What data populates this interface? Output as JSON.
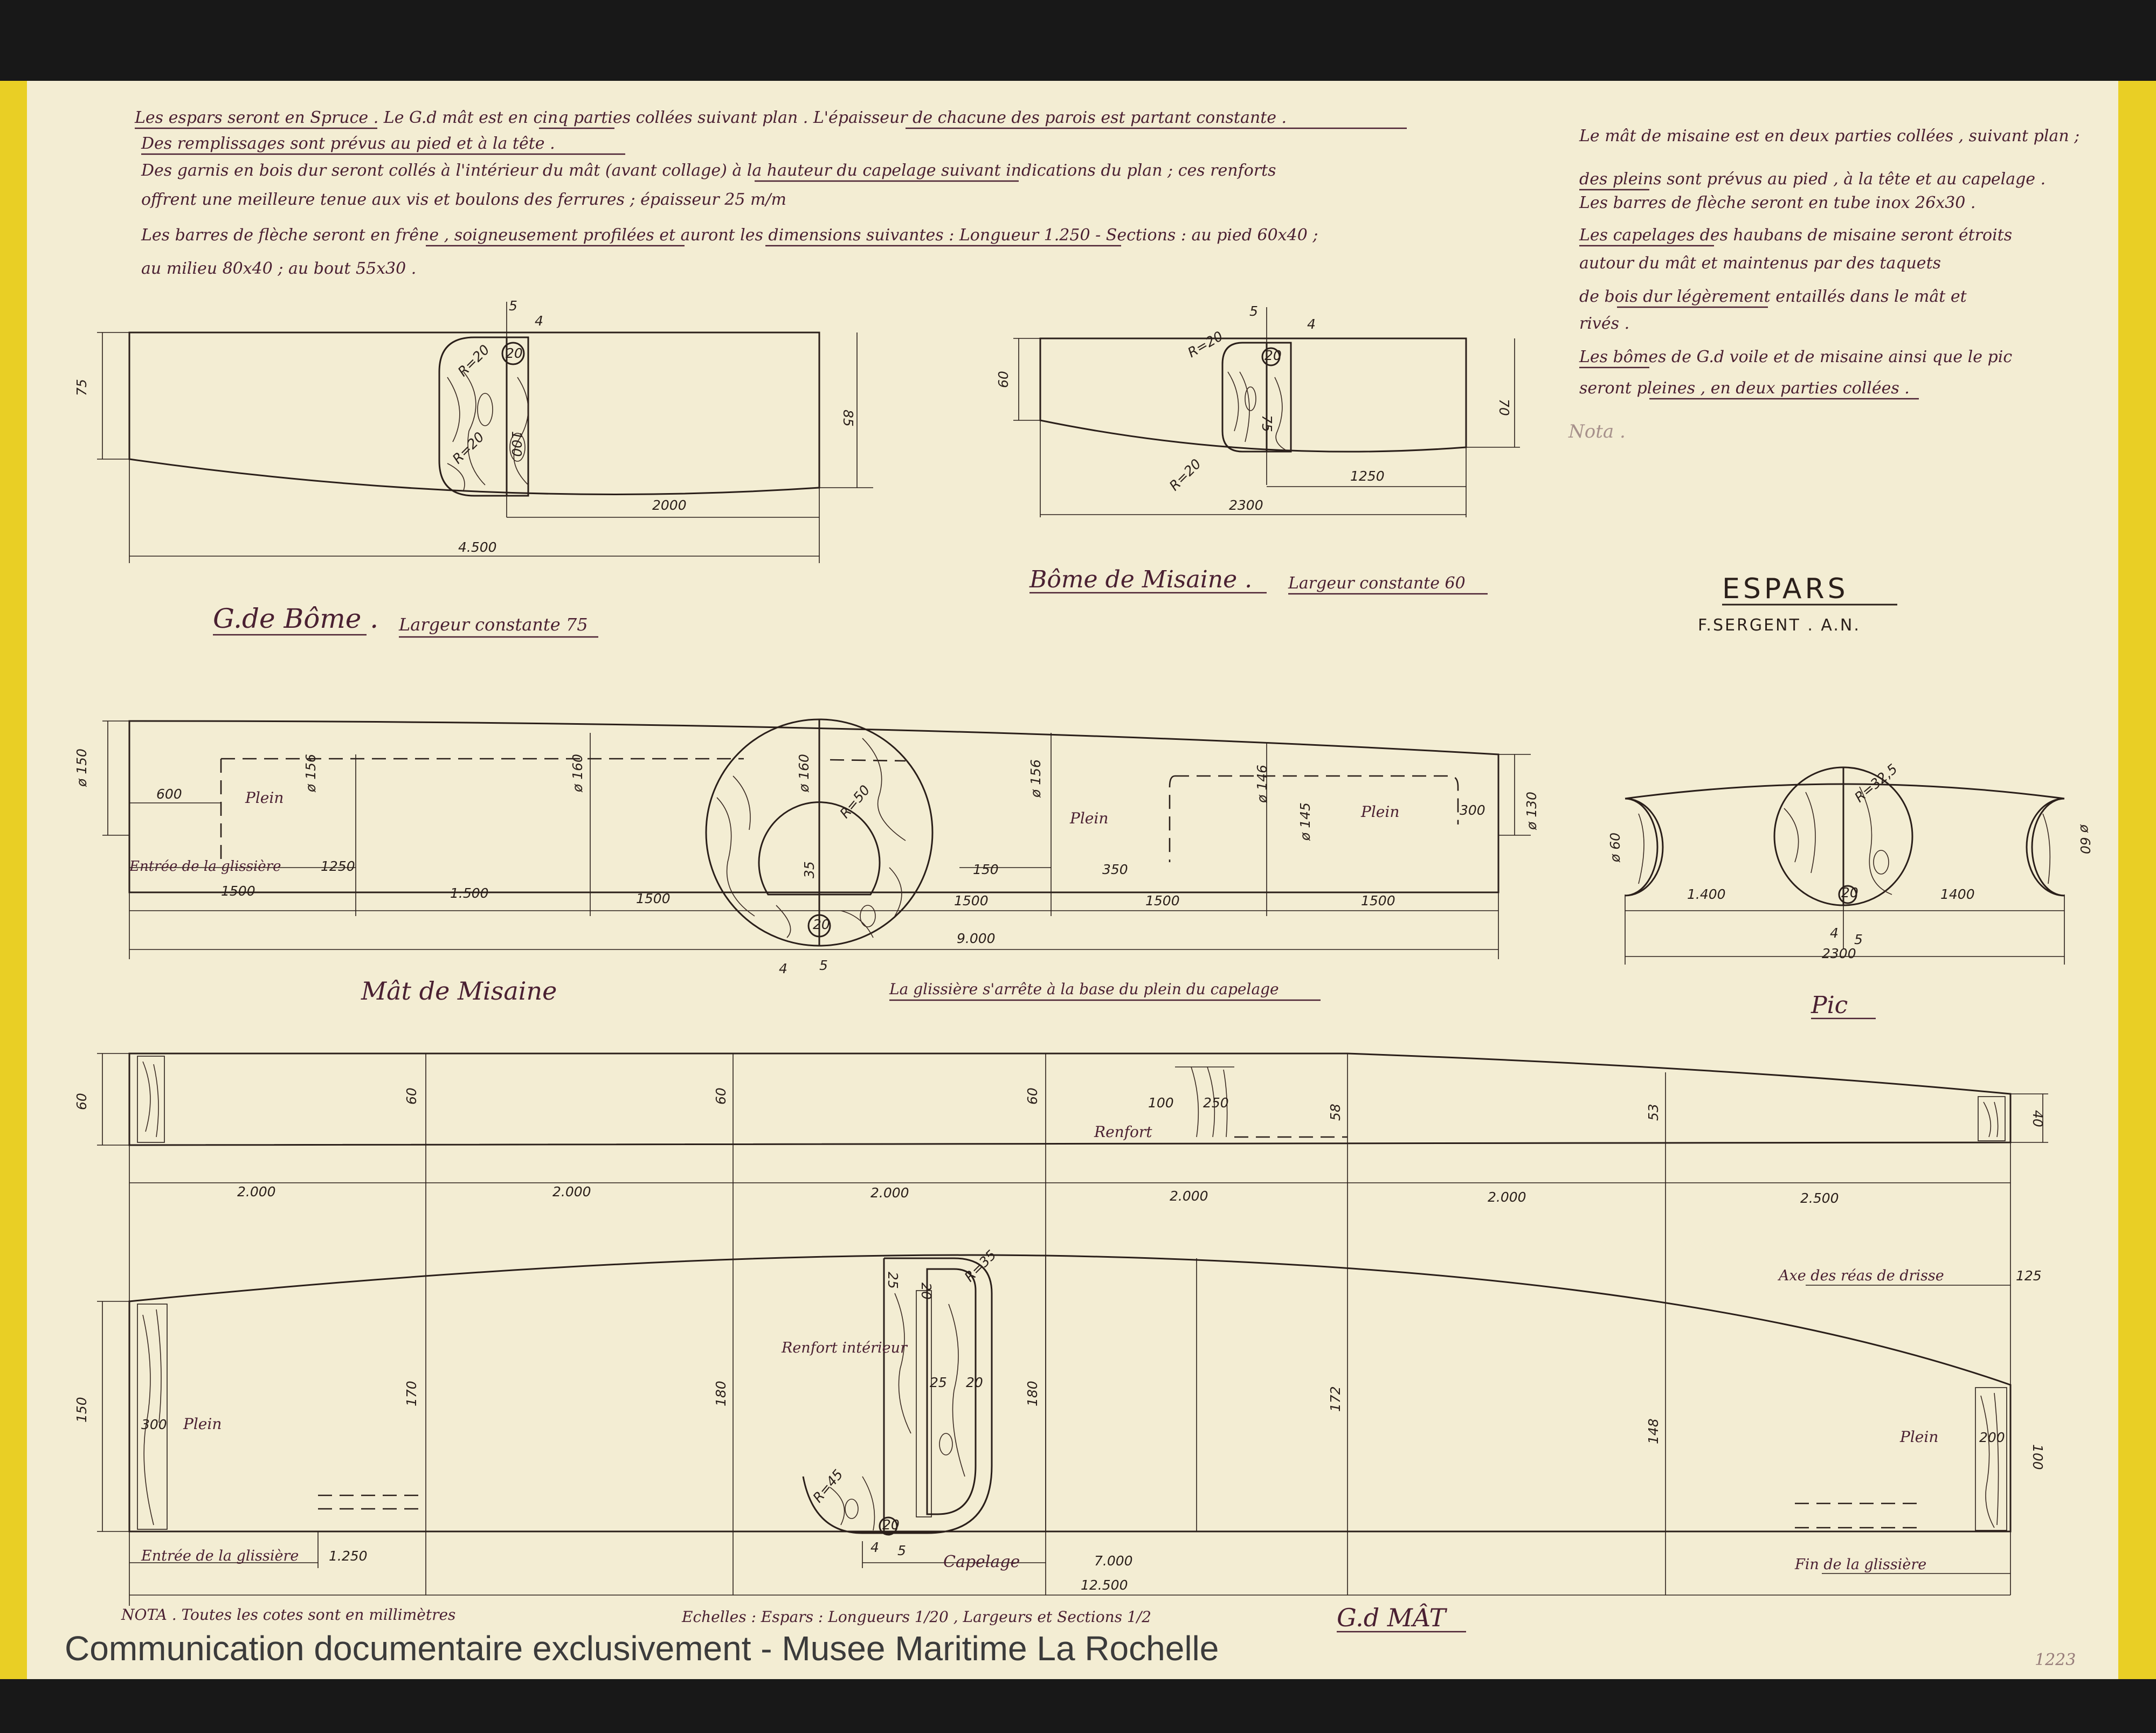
{
  "notes_left": [
    "Les espars seront en Spruce . Le G.d mât est en cinq parties collées suivant plan . L'épaisseur de chacune des parois est partant constante .",
    "Des remplissages sont prévus au pied et à la tête .",
    "Des garnis en bois dur seront collés à l'intérieur du mât (avant collage) à la hauteur du capelage suivant indications du plan ; ces renforts",
    "offrent une meilleure tenue aux vis et boulons des ferrures ; épaisseur 25 m/m",
    "Les barres de flèche seront en frêne , soigneusement profilées et auront les dimensions suivantes : Longueur 1.250 - Sections : au pied 60x40 ;",
    "au milieu 80x40 ; au bout 55x30 ."
  ],
  "notes_right": [
    "Le mât de misaine est en deux parties collées , suivant plan ;",
    "des pleins sont prévus au pied , à la tête et au capelage .",
    "Les barres de flèche seront en tube inox 26x30 .",
    "Les capelages des haubans de misaine seront étroits",
    "autour du mât et maintenus par des taquets",
    "de bois dur légèrement entaillés dans le mât et",
    "rivés .",
    "Les bômes de G.d voile et de misaine ainsi que le pic",
    "seront pleines , en deux parties collées ."
  ],
  "nota_small": "Nota .",
  "title_block": {
    "title": "ESPARS",
    "author": "F.SERGENT . A.N."
  },
  "gde_bome": {
    "label": "G.de Bôme .",
    "note": "Largeur constante 75",
    "dims": {
      "h_left": "75",
      "h_right": "85",
      "half": "2000",
      "total": "4.500",
      "r_top": "R=20",
      "r_bot": "R=20",
      "d_slot": "4",
      "d_pin": "5",
      "d_top": "20",
      "d_h": "100",
      "w_groove": "4"
    }
  },
  "bome_misaine": {
    "label": "Bôme de Misaine .",
    "note": "Largeur constante 60",
    "dims": {
      "h_left": "60",
      "h_right": "70",
      "half": "1250",
      "total": "2300",
      "r_top": "R=20",
      "r_bot": "R=20",
      "d_pin": "5",
      "d_slot": "4",
      "d_h": "75",
      "d_top": "20"
    }
  },
  "mat_misaine": {
    "label": "Mât de Misaine",
    "note": "La glissière s'arrête à la base du plein du capelage",
    "dims": {
      "d_foot": "ø 150",
      "plein_foot": "600",
      "plein_label": "Plein",
      "d_156": "ø 156",
      "d_160": "ø 160",
      "d_160_sec": "ø 160",
      "r_50": "R=50",
      "d_35": "35",
      "d_156b": "ø 156",
      "d_146": "ø 146",
      "d_145": "ø 145",
      "d_130": "ø 130",
      "plein_head": "300",
      "plein_cap": "Plein",
      "plein_cap2": "Plein",
      "glissiere": "Entrée de la glissière",
      "glissiere_len": "1250",
      "s1": "1500",
      "s2": "1.500",
      "s3": "1500",
      "s4": "1500",
      "s5": "1500",
      "s6": "1500",
      "w150": "150",
      "w350": "350",
      "total": "9.000",
      "slot5": "5",
      "slot4": "4",
      "pin": "20"
    }
  },
  "pic": {
    "label": "Pic",
    "dims": {
      "d_left": "ø 60",
      "d_right": "ø 60",
      "r": "R=32,5",
      "left": "1.400",
      "right": "1400",
      "total": "2300",
      "slot4": "4",
      "slot5": "5",
      "pin": "20"
    }
  },
  "gd_mat": {
    "label": "G.d MÂT",
    "dims": {
      "t60a": "60",
      "t60b": "60",
      "t60c": "60",
      "t60d": "60",
      "t58": "58",
      "t53": "53",
      "t40": "40",
      "renfort": "Renfort",
      "r100": "100",
      "r250": "250",
      "seg1": "2.000",
      "seg2": "2.000",
      "seg3": "2.000",
      "seg4": "2.000",
      "seg5": "2.000",
      "seg6": "2.500",
      "h150": "150",
      "h170": "170",
      "h180": "180",
      "h180b": "180",
      "h172": "172",
      "h148": "148",
      "h100": "100",
      "plein_foot": "300",
      "plein_label": "Plein",
      "plein_head": "200",
      "plein_head_label": "Plein",
      "axe": "Axe des réas de drisse",
      "axe_val": "125",
      "renfort_int": "Renfort intérieur",
      "r35": "R=35",
      "r45": "R=45",
      "w25": "25",
      "w20": "20",
      "w25b": "25",
      "w20b": "20",
      "pin": "20",
      "slot4": "4",
      "slot5": "5",
      "glissiere": "Entrée de la glissière",
      "glissiere_len": "1.250",
      "capelage": "Capelage",
      "capelage_val": "7.000",
      "total": "12.500",
      "fin": "Fin de la glissière"
    }
  },
  "footer_notes": {
    "nota": "NOTA . Toutes les cotes sont en millimètres",
    "echelles": "Echelles : Espars : Longueurs 1/20 , Largeurs et Sections 1/2"
  },
  "sheet_number": "1223",
  "watermark": "Communication documentaire exclusivement - Musee Maritime La Rochelle",
  "colors": {
    "paper": "#f3edd3",
    "ink": "#2a1f1a",
    "handwriting": "#4a2032",
    "tape": "#e9cf25"
  }
}
